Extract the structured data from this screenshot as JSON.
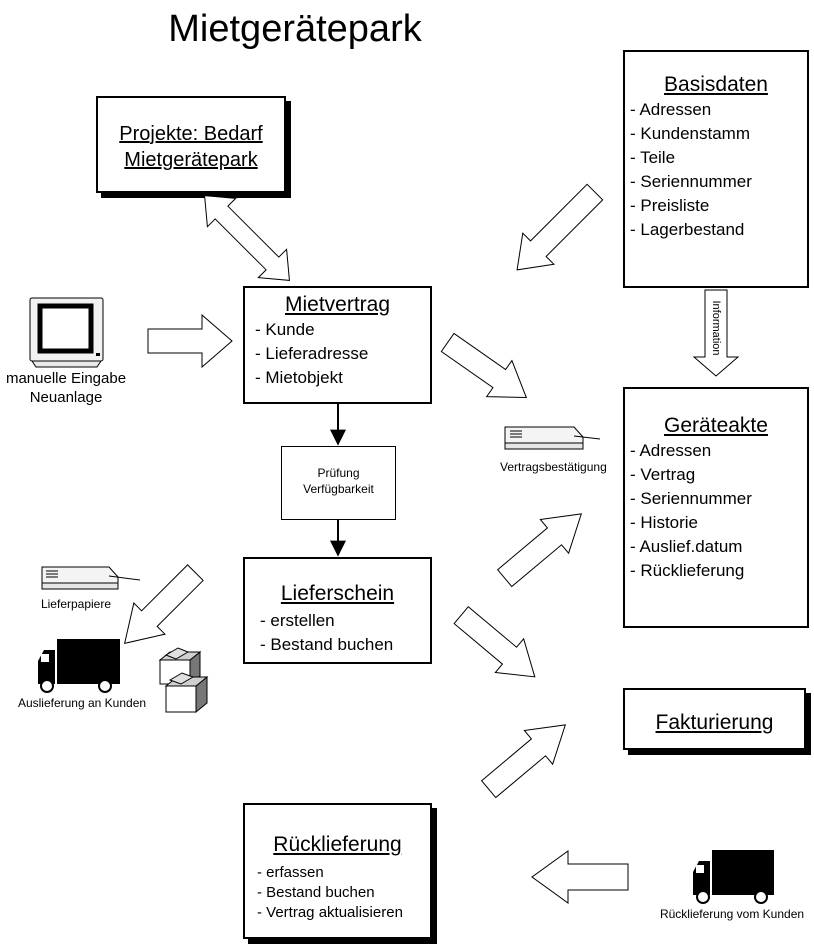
{
  "title": "Mietgerätepark",
  "projekte": {
    "line1": "Projekte: Bedarf",
    "line2": "Mietgerätepark"
  },
  "basisdaten": {
    "heading": "Basisdaten",
    "items": [
      "- Adressen",
      "- Kundenstamm",
      "- Teile",
      "- Seriennummer",
      "- Preisliste",
      "- Lagerbestand"
    ]
  },
  "mietvertrag": {
    "heading": "Mietvertrag",
    "items": [
      "- Kunde",
      "- Lieferadresse",
      "- Mietobjekt"
    ]
  },
  "pruefung": {
    "line1": "Prüfung",
    "line2": "Verfügbarkeit"
  },
  "geraeteakte": {
    "heading": "Geräteakte",
    "items": [
      "- Adressen",
      "- Vertrag",
      "- Seriennummer",
      "- Historie",
      "- Auslief.datum",
      "- Rücklieferung"
    ]
  },
  "lieferschein": {
    "heading": "Lieferschein",
    "items": [
      "- erstellen",
      "- Bestand buchen"
    ]
  },
  "fakturierung": {
    "heading": "Fakturierung"
  },
  "ruecklieferung": {
    "heading": "Rücklieferung",
    "items": [
      "- erfassen",
      "- Bestand buchen",
      "- Vertrag aktualisieren"
    ]
  },
  "information_label": "Information",
  "captions": {
    "manuelle_line1": "manuelle Eingabe",
    "manuelle_line2": "Neuanlage",
    "vertragsbestaetigung": "Vertragsbestätigung",
    "lieferpapiere": "Lieferpapiere",
    "auslieferung": "Auslieferung an Kunden",
    "ruecklieferung_kunde": "Rücklieferung vom Kunden"
  },
  "icons": [
    "monitor-icon",
    "printer-icon",
    "truck-icon",
    "box-icon"
  ]
}
